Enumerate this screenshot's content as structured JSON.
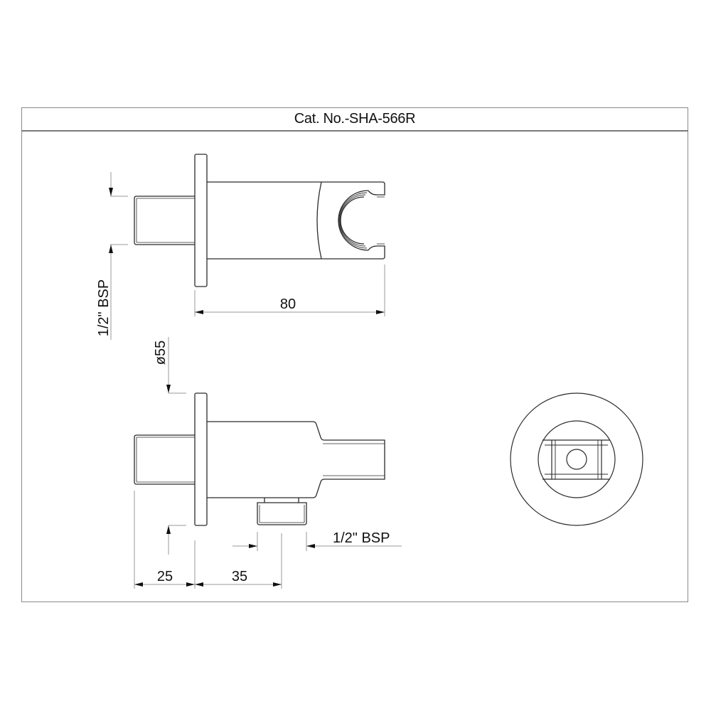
{
  "header": {
    "title": "Cat. No.-SHA-566R"
  },
  "drawing": {
    "type": "technical-drawing",
    "subject": "shower handset holder with wall outlet",
    "units": "mm",
    "line_color": "#2b2b2b",
    "dim_line_color": "#9a9a9a",
    "views": {
      "top_view": {
        "dimensions": {
          "length": "80",
          "inlet_thread": "1/2\" BSP"
        }
      },
      "side_view": {
        "dimensions": {
          "flange_diameter": "ø55",
          "inlet_length": "25",
          "outlet_offset": "35",
          "outlet_thread": "1/2\" BSP"
        }
      },
      "end_view": {
        "description": "circular flange with square body and center hole"
      }
    }
  }
}
